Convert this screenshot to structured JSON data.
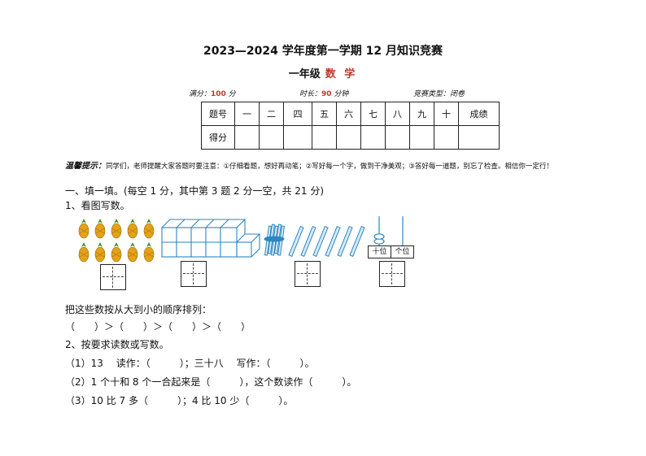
{
  "header": {
    "title": "2023—2024 学年度第一学期 12 月知识竞赛",
    "grade": "一年级",
    "subject": "数 学"
  },
  "info": {
    "full_label": "满分：",
    "full_value": "100",
    "full_unit": " 分",
    "time_label": "时长：",
    "time_value": "90",
    "time_unit": " 分钟",
    "type_label": "竞赛类型：",
    "type_value": "闭卷"
  },
  "score_table": {
    "row1": [
      "题号",
      "一",
      "二",
      "四",
      "五",
      "六",
      "七",
      "八",
      "九",
      "十",
      "成绩"
    ],
    "row2_label": "得分"
  },
  "tip": {
    "heading": "温馨提示：",
    "text": "同学们，老师提醒大家答题时要注意：①仔细看题，想好再动笔；②写好每一个字，做到干净美观；③答好每一道题，别忘了检查。相信你一定行！"
  },
  "section1": {
    "title": "一、填一填。(每空 1 分，其中第 3 题 2 分一空，共 21 分)",
    "q1": "1、看图写数。",
    "place_value": [
      "十位",
      "个位"
    ],
    "order_prompt": "把这些数按从大到小的顺序排列：",
    "order_line": "（　　）＞（　　）＞（　　）＞（　　）",
    "q2": "2、按要求读数或写数。",
    "q2_1": "（1）13　 读作：（　　　）；三十八　 写作：（　　　）。",
    "q2_2": "（2）1 个十和 8 个一合起来是（　　　），这个数读作（　　　）。",
    "q2_3": "（3）10 比 7 多（　　　）；4 比 10 少（　　　）。"
  },
  "colors": {
    "accent_red": "#c0392b",
    "cube_blue": "#2e86c1",
    "pineapple": "#e3a21a"
  }
}
